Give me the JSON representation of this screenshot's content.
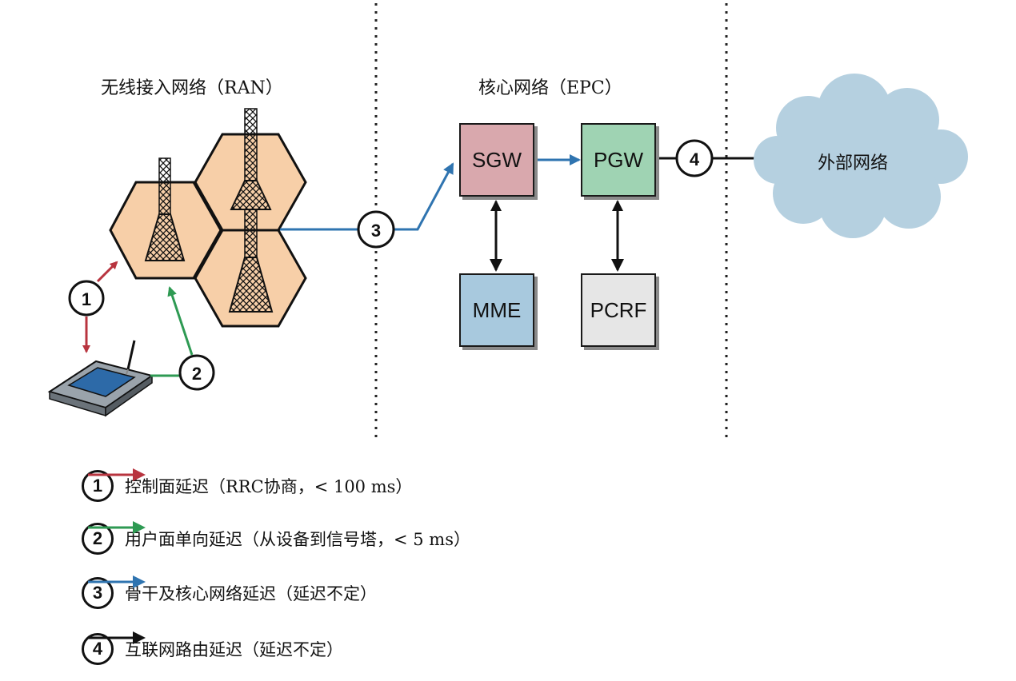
{
  "sections": {
    "ran_title": "无线接入网络（RAN）",
    "epc_title": "核心网络（EPC）"
  },
  "nodes": {
    "sgw": {
      "label": "SGW",
      "color": "#d9a8ad"
    },
    "pgw": {
      "label": "PGW",
      "color": "#9fd3b3"
    },
    "mme": {
      "label": "MME",
      "color": "#a8c9de"
    },
    "pcrf": {
      "label": "PCRF",
      "color": "#e6e6e6"
    }
  },
  "external": {
    "label": "外部网络",
    "color": "#b5d0e0"
  },
  "markers": [
    "1",
    "2",
    "3",
    "4"
  ],
  "colors": {
    "control": "#b8343f",
    "user": "#2e9a53",
    "backbone": "#2f74b0",
    "internet": "#111111",
    "cell": "#f7cfa8"
  },
  "legend": [
    {
      "num": "1",
      "text": "控制面延迟（RRC协商，< 100 ms）",
      "color": "#b8343f"
    },
    {
      "num": "2",
      "text": "用户面单向延迟（从设备到信号塔，< 5 ms）",
      "color": "#2e9a53"
    },
    {
      "num": "3",
      "text": "骨干及核心网络延迟（延迟不定）",
      "color": "#2f74b0"
    },
    {
      "num": "4",
      "text": "互联网路由延迟（延迟不定）",
      "color": "#111111"
    }
  ]
}
